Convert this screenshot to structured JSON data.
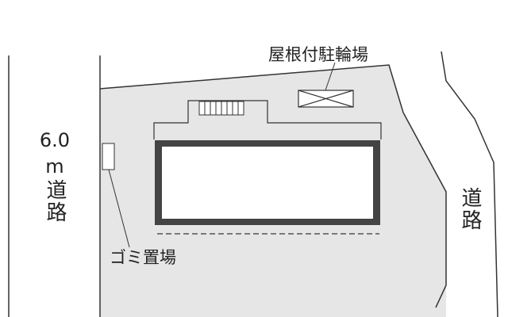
{
  "map": {
    "labels": {
      "road_left_width": "6.0",
      "road_left_unit": "m",
      "road_left": "道路",
      "road_right": "道路",
      "bicycle_parking": "屋根付駐輪場",
      "garbage_area": "ゴミ置場"
    },
    "colors": {
      "lot_fill": "#e6e6e6",
      "line": "#333333",
      "building_border": "#444444",
      "background": "#ffffff"
    }
  }
}
